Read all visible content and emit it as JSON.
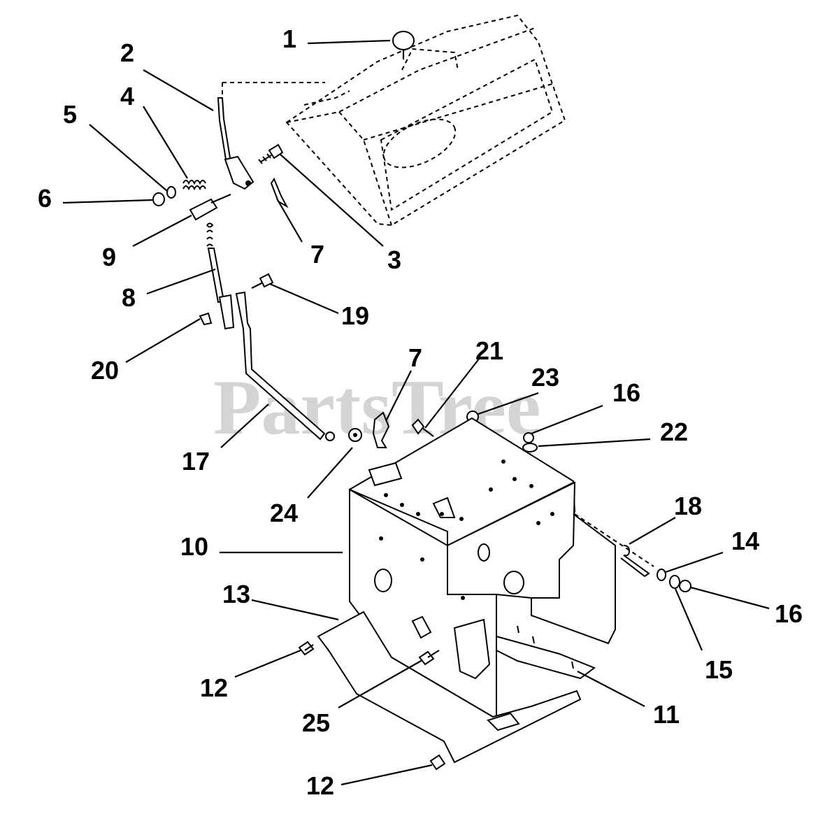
{
  "watermark": "PartsTree",
  "callouts": [
    {
      "id": "c1",
      "text": "1"
    },
    {
      "id": "c2",
      "text": "2"
    },
    {
      "id": "c4",
      "text": "4"
    },
    {
      "id": "c5",
      "text": "5"
    },
    {
      "id": "c6",
      "text": "6"
    },
    {
      "id": "c9",
      "text": "9"
    },
    {
      "id": "c7a",
      "text": "7"
    },
    {
      "id": "c3",
      "text": "3"
    },
    {
      "id": "c8",
      "text": "8"
    },
    {
      "id": "c19",
      "text": "19"
    },
    {
      "id": "c20",
      "text": "20"
    },
    {
      "id": "c17",
      "text": "17"
    },
    {
      "id": "c7b",
      "text": "7"
    },
    {
      "id": "c21",
      "text": "21"
    },
    {
      "id": "c23",
      "text": "23"
    },
    {
      "id": "c16a",
      "text": "16"
    },
    {
      "id": "c22",
      "text": "22"
    },
    {
      "id": "c24",
      "text": "24"
    },
    {
      "id": "c18",
      "text": "18"
    },
    {
      "id": "c10",
      "text": "10"
    },
    {
      "id": "c14",
      "text": "14"
    },
    {
      "id": "c13",
      "text": "13"
    },
    {
      "id": "c16b",
      "text": "16"
    },
    {
      "id": "c15",
      "text": "15"
    },
    {
      "id": "c12a",
      "text": "12"
    },
    {
      "id": "c11",
      "text": "11"
    },
    {
      "id": "c25",
      "text": "25"
    },
    {
      "id": "c12b",
      "text": "12"
    }
  ]
}
